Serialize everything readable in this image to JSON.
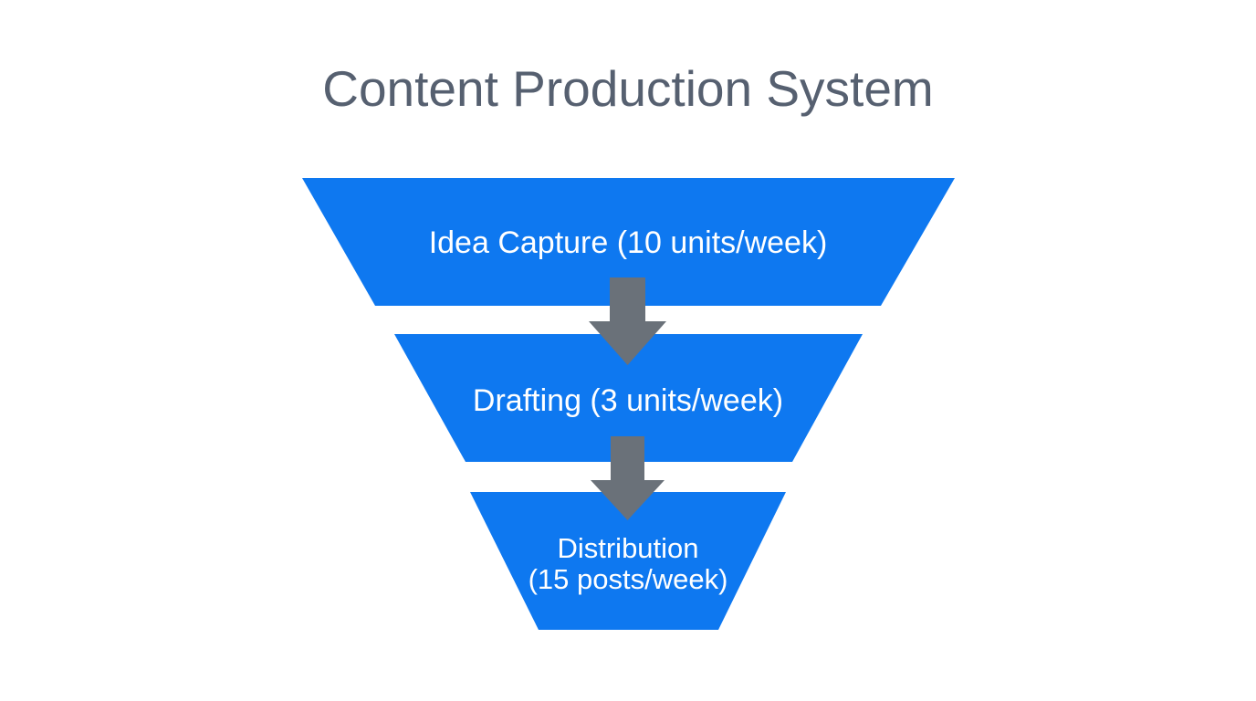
{
  "diagram": {
    "title": "Content Production System",
    "type": "funnel",
    "colors": {
      "background": "#ffffff",
      "title_text": "#566070",
      "funnel_fill": "#0e78f0",
      "arrow_fill": "#6a7179",
      "stage_text": "#ffffff"
    },
    "stages": [
      {
        "name": "Idea Capture",
        "value": 10,
        "unit": "units/week",
        "label": "Idea Capture (10 units/week)"
      },
      {
        "name": "Drafting",
        "value": 3,
        "unit": "units/week",
        "label": "Drafting (3 units/week)"
      },
      {
        "name": "Distribution",
        "value": 15,
        "unit": "posts/week",
        "label_line1": "Distribution",
        "label_line2": "(15 posts/week)"
      }
    ]
  }
}
